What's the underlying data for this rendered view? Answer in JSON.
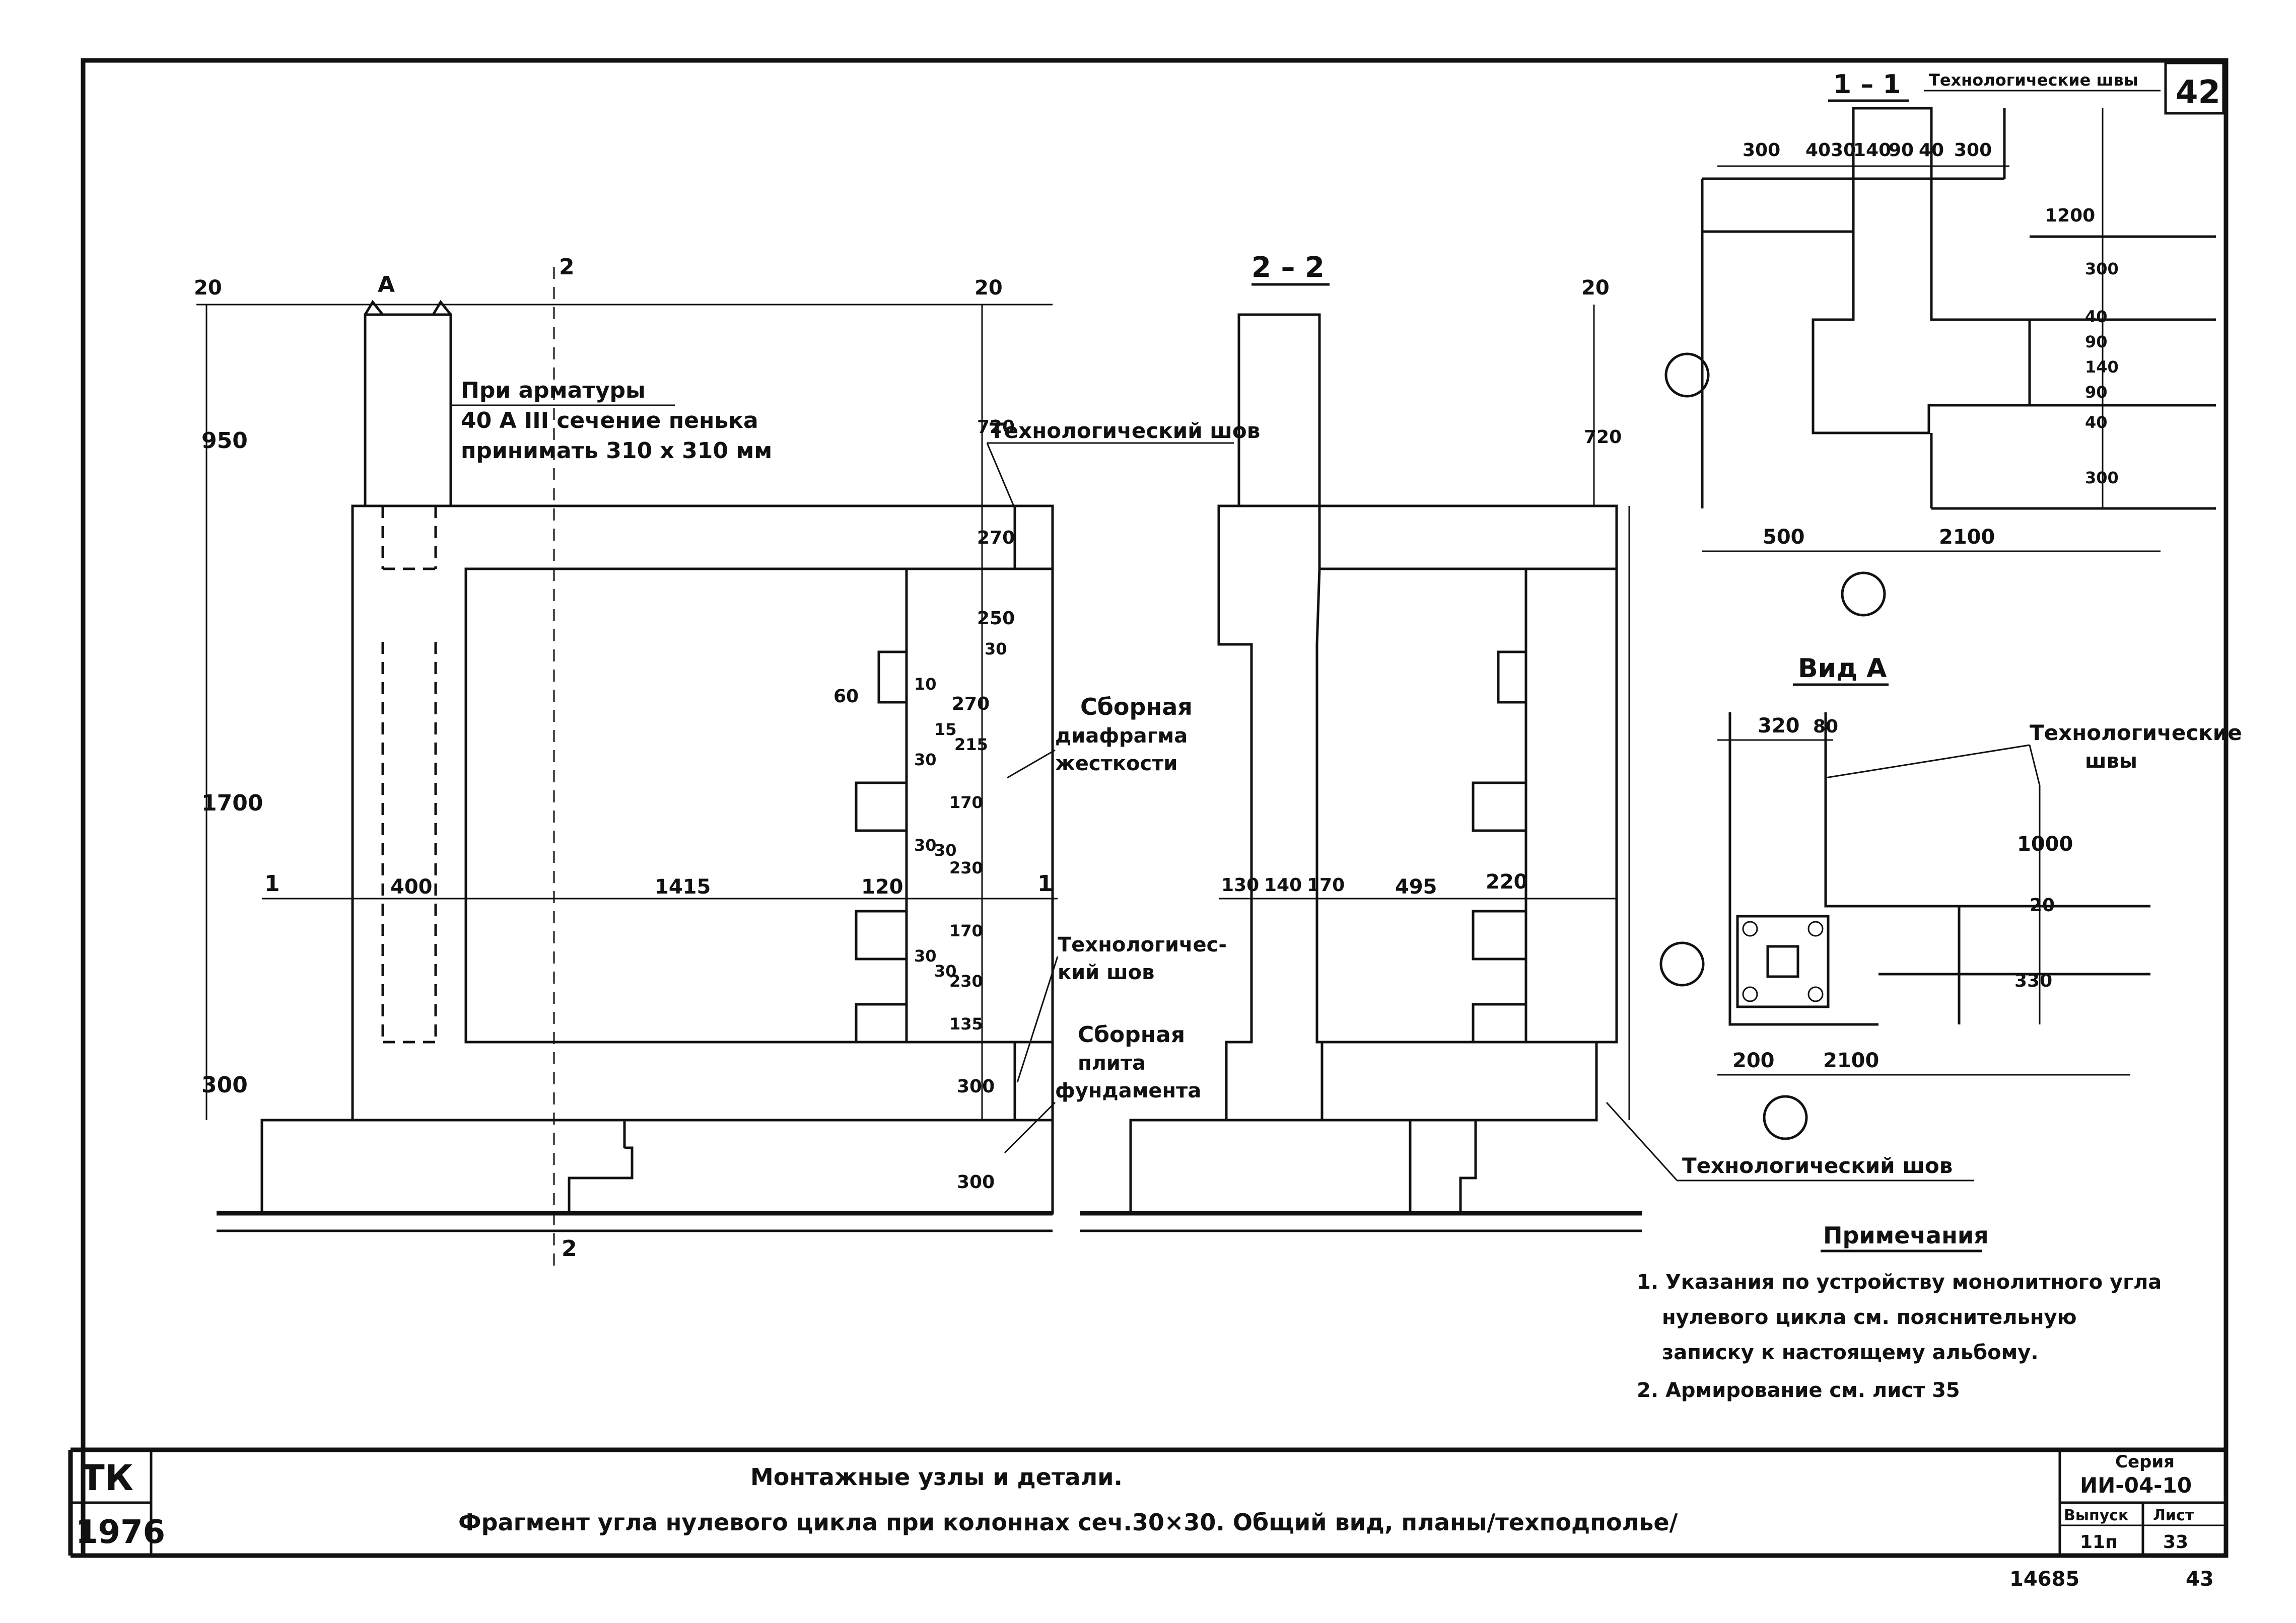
{
  "sheet": {
    "page_number": "42",
    "footer_number_left": "14685",
    "footer_number_right": "43"
  },
  "elevation": {
    "dims_top": [
      "20",
      "20"
    ],
    "label_a": "А",
    "cut_mark": "2",
    "cut_mark_bottom": "2",
    "section_marks": [
      "1",
      "1"
    ],
    "dims_left": [
      "950",
      "1700",
      "300"
    ],
    "dims_right": [
      "720",
      "270",
      "250",
      "30",
      "10",
      "270",
      "15",
      "215",
      "30",
      "170",
      "30",
      "230",
      "30",
      "170",
      "30",
      "230",
      "30",
      "135",
      "300",
      "300"
    ],
    "dim_60": "60",
    "dims_horizontal": [
      "400",
      "1415",
      "120"
    ],
    "note_rebar": [
      "При арматуры",
      "40 А III сечение пенька",
      "принимать 310 х 310 мм"
    ],
    "label_joint_top": "Технологический шов",
    "label_diaphragm": [
      "Сборная",
      "диафрагма",
      "жесткости"
    ],
    "label_joint_mid": [
      "Технологичес-",
      "кий шов"
    ],
    "label_foundation": [
      "Сборная",
      "плита",
      "фундамента"
    ]
  },
  "section_22": {
    "title": "2 – 2",
    "dims": [
      "20",
      "720"
    ],
    "dims_horizontal": [
      "130",
      "140",
      "170",
      "495",
      "220"
    ],
    "label_joint": "Технологический шов"
  },
  "section_11": {
    "title": "1 – 1",
    "label_joints": "Технологические швы",
    "dims_top": [
      "300",
      "40",
      "30",
      "140",
      "90",
      "40",
      "300"
    ],
    "dims_right": [
      "1200",
      "300",
      "40",
      "90",
      "140",
      "90",
      "40",
      "300"
    ],
    "dims_bottom": [
      "500",
      "2100"
    ]
  },
  "view_a": {
    "title": "Вид А",
    "label_joints": [
      "Технологические",
      "швы"
    ],
    "dims_top": [
      "320",
      "80"
    ],
    "dims_right": [
      "1000",
      "20",
      "330"
    ],
    "dims_bottom": [
      "200",
      "2100"
    ]
  },
  "notes": {
    "title": "Примечания",
    "items": [
      "1. Указания по устройству монолитного угла",
      "нулевого цикла см. пояснительную",
      "записку к настоящему альбому.",
      "2. Армирование см. лист 35"
    ]
  },
  "title_block": {
    "org": "ТК",
    "year": "1976",
    "title_line1": "Монтажные узлы и детали.",
    "title_line2": "Фрагмент угла нулевого цикла при колоннах сеч.30×30. Общий вид, планы/техподполье/",
    "series_label": "Серия",
    "series_value": "ИИ-04-10",
    "issue_label": "Выпуск",
    "issue_value": "11п",
    "sheet_label": "Лист",
    "sheet_value": "33"
  }
}
